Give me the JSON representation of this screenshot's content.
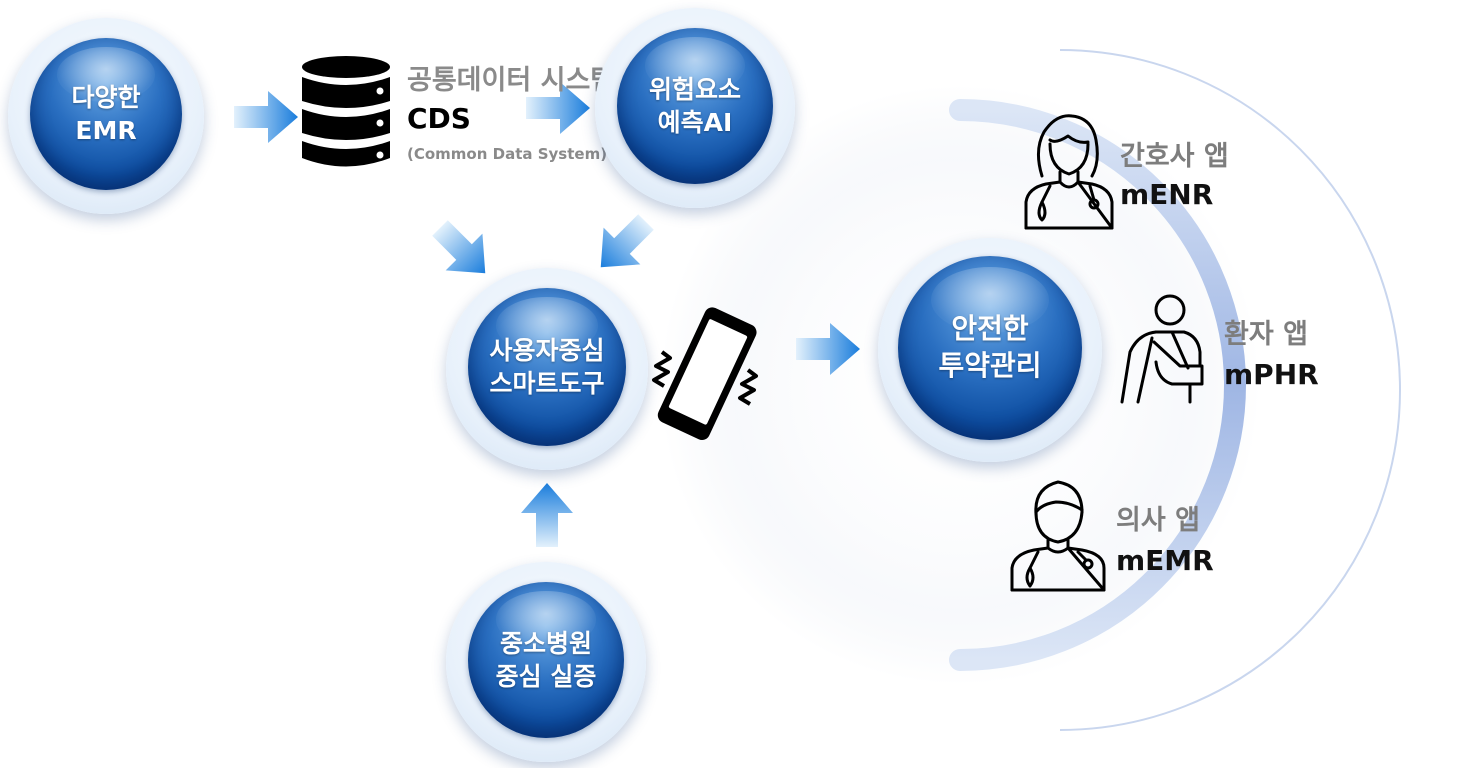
{
  "nodes": {
    "emr": "다양한\nEMR",
    "risk_ai": "위험요소\n예측AI",
    "smart_tool": "사용자중심\n스마트도구",
    "hospital": "중소병원\n중심 실증",
    "safe_med": "안전한\n투약관리"
  },
  "cds": {
    "title": "공통데이터 시스템",
    "code": "CDS",
    "subtitle": "(Common Data System)"
  },
  "apps": [
    {
      "title": "간호사 앱",
      "code": "mENR",
      "icon": "nurse-icon"
    },
    {
      "title": "환자 앱",
      "code": "mPHR",
      "icon": "patient-icon"
    },
    {
      "title": "의사 앱",
      "code": "mEMR",
      "icon": "doctor-icon"
    }
  ],
  "colors": {
    "orb_core": "#0d4da0",
    "arrow": "#1e88e5",
    "ring": "#b3c6ea",
    "app_title": "#7d7d7d"
  }
}
